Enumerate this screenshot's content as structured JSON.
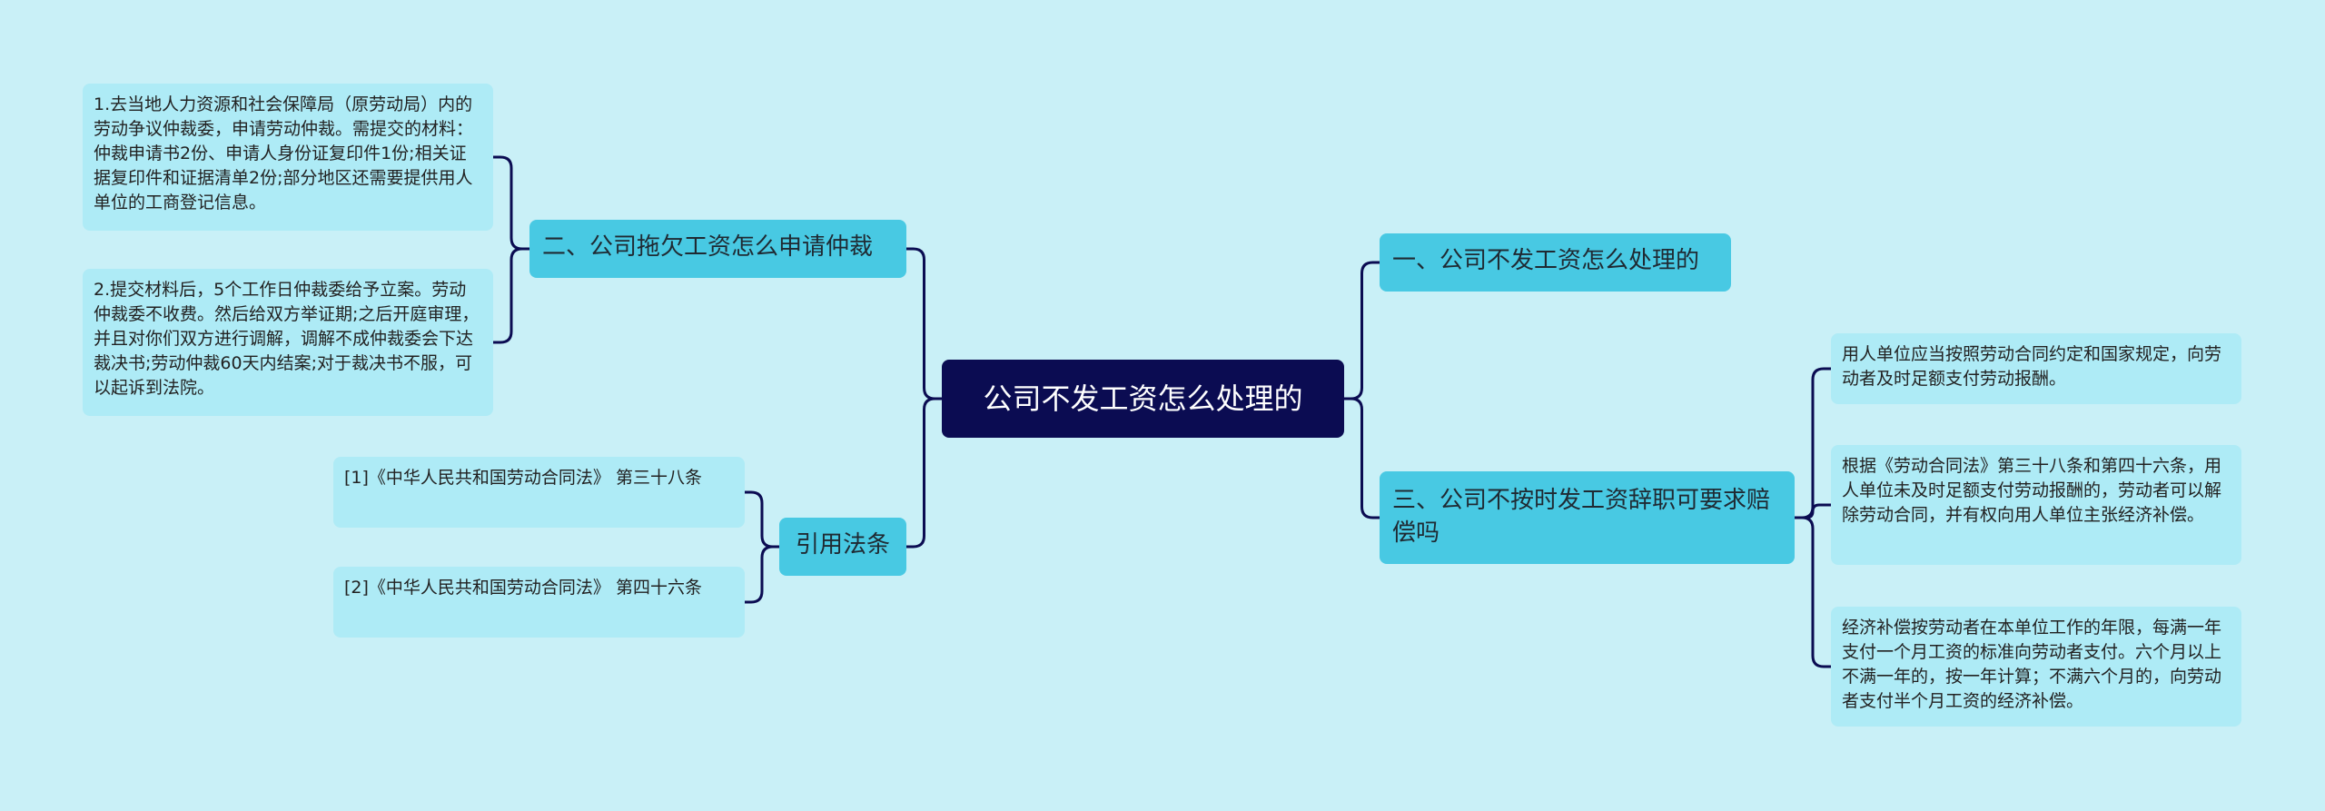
{
  "mindmap": {
    "root": "公司不发工资怎么处理的",
    "branches": {
      "b1": {
        "label": "一、公司不发工资怎么处理的"
      },
      "b2": {
        "label": "二、公司拖欠工资怎么申请仲裁",
        "leaves": [
          "1.去当地人力资源和社会保障局（原劳动局）内的劳动争议仲裁委，申请劳动仲裁。需提交的材料：仲裁申请书2份、申请人身份证复印件1份;相关证据复印件和证据清单2份;部分地区还需要提供用人单位的工商登记信息。",
          "2.提交材料后，5个工作日仲裁委给予立案。劳动仲裁委不收费。然后给双方举证期;之后开庭审理，并且对你们双方进行调解，调解不成仲裁委会下达裁决书;劳动仲裁60天内结案;对于裁决书不服，可以起诉到法院。"
        ]
      },
      "b3": {
        "label": "三、公司不按时发工资辞职可要求赔偿吗",
        "leaves": [
          "用人单位应当按照劳动合同约定和国家规定，向劳动者及时足额支付劳动报酬。",
          "根据《劳动合同法》第三十八条和第四十六条，用人单位未及时足额支付劳动报酬的，劳动者可以解除劳动合同，并有权向用人单位主张经济补偿。",
          "经济补偿按劳动者在本单位工作的年限，每满一年支付一个月工资的标准向劳动者支付。六个月以上不满一年的，按一年计算；不满六个月的，向劳动者支付半个月工资的经济补偿。"
        ]
      },
      "b4": {
        "label": "引用法条",
        "leaves": [
          "[1]《中华人民共和国劳动合同法》 第三十八条",
          "[2]《中华人民共和国劳动合同法》 第四十六条"
        ]
      }
    }
  },
  "colors": {
    "background": "#c9f0f7",
    "root_fill": "#0b0c52",
    "branch_fill": "#48c9e3",
    "leaf_fill": "#aeebf6",
    "connector": "#0b0c52"
  }
}
